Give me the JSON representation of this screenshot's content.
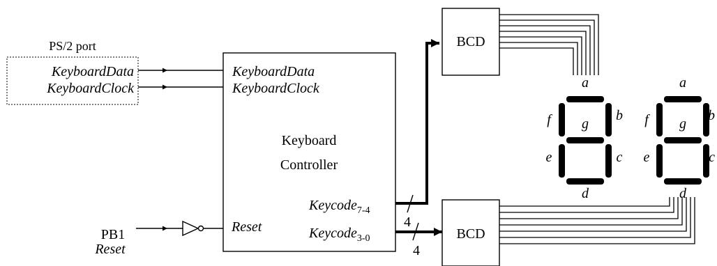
{
  "port": {
    "title": "PS/2 port",
    "data_label": "KeyboardData",
    "clock_label": "KeyboardClock"
  },
  "controller": {
    "name_line1": "Keyboard",
    "name_line2": "Controller",
    "in_data": "KeyboardData",
    "in_clock": "KeyboardClock",
    "in_reset": "Reset",
    "out_high": "Keycode",
    "out_high_sub": "7-4",
    "out_low": "Keycode",
    "out_low_sub": "3-0"
  },
  "button": {
    "name": "PB1",
    "signal": "Reset"
  },
  "bus_width_high": "4",
  "bus_width_low": "4",
  "bcd_top": "BCD",
  "bcd_bottom": "BCD",
  "seg_labels": {
    "a": "a",
    "b": "b",
    "c": "c",
    "d": "d",
    "e": "e",
    "f": "f",
    "g": "g"
  }
}
